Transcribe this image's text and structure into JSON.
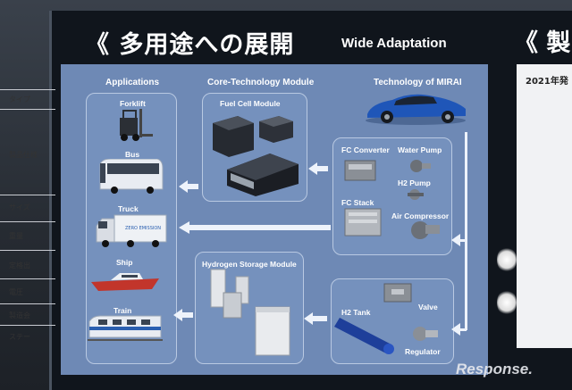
{
  "header": {
    "title_jp": "《 多用途への展開",
    "title_en": "Wide Adaptation",
    "title_jp2": "《 製"
  },
  "sections": {
    "applications": "Applications",
    "core_module": "Core-Technology Module",
    "mirai": "Technology of MIRAI"
  },
  "applications": [
    {
      "label": "Forklift",
      "color": "#2b2f35"
    },
    {
      "label": "Bus",
      "color": "#e8ecf2"
    },
    {
      "label": "Truck",
      "color": "#d9dde4"
    },
    {
      "label": "Ship",
      "color": "#c2352b"
    },
    {
      "label": "Train",
      "color": "#2a5fb0"
    }
  ],
  "modules": {
    "fuel_cell": "Fuel Cell Module",
    "hydrogen_storage": "Hydrogen Storage Module"
  },
  "fc_components": {
    "fc_converter": "FC Converter",
    "water_pump": "Water Pump",
    "h2_pump": "H2 Pump",
    "fc_stack": "FC Stack",
    "air_compressor": "Air Compressor"
  },
  "h2_components": {
    "h2_tank": "H2 Tank",
    "valve": "Valve",
    "regulator": "Regulator"
  },
  "right_table": {
    "title": "2021年発",
    "rows": [
      "タイプ",
      "製品仕様",
      "サイズ",
      "重量",
      "定格出",
      "電圧",
      "製造会",
      "ステー"
    ]
  },
  "watermark": "Response."
}
